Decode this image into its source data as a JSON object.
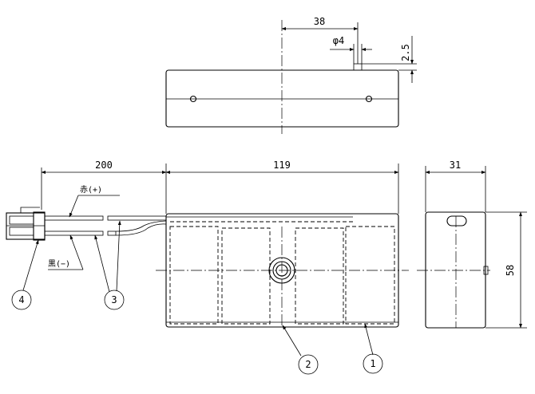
{
  "dimensions": {
    "top_offset": "38",
    "hole_dia": "φ4",
    "hole_height": "2.5",
    "cable_length": "200",
    "body_length": "119",
    "body_depth": "31",
    "body_height": "58"
  },
  "wires": {
    "red": "赤(+)",
    "black": "黒(−)"
  },
  "callouts": [
    "1",
    "2",
    "3",
    "4"
  ]
}
